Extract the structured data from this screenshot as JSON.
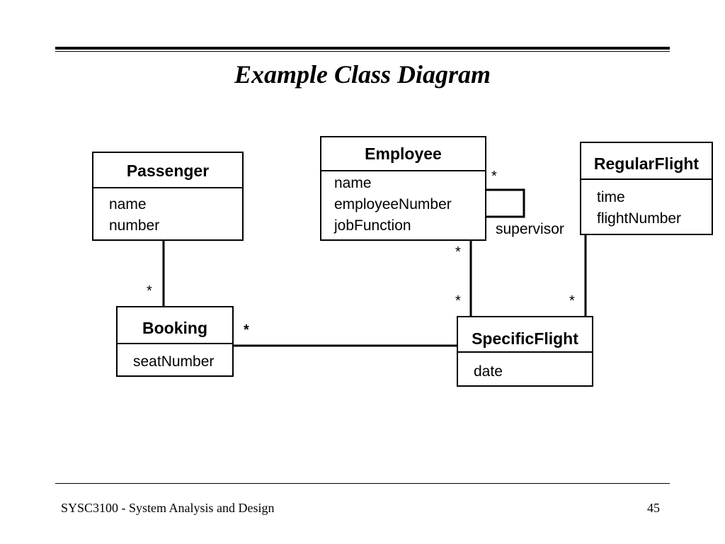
{
  "slide": {
    "title": "Example Class Diagram",
    "footer_left": "SYSC3100 - System Analysis and Design",
    "page_number": "45"
  },
  "classes": {
    "passenger": {
      "name": "Passenger",
      "attributes": [
        "name",
        "number"
      ]
    },
    "employee": {
      "name": "Employee",
      "attributes": [
        "name",
        "employeeNumber",
        "jobFunction"
      ]
    },
    "regular_flight": {
      "name": "RegularFlight",
      "attributes": [
        "time",
        "flightNumber"
      ]
    },
    "booking": {
      "name": "Booking",
      "attributes": [
        "seatNumber"
      ]
    },
    "specific_flight": {
      "name": "SpecificFlight",
      "attributes": [
        "date"
      ]
    }
  },
  "associations": {
    "passenger_booking": {
      "booking_end": "*"
    },
    "booking_specific_flight": {
      "booking_end": "*"
    },
    "employee_specific_flight": {
      "employee_end": "*",
      "flight_end": "*"
    },
    "regular_specific_flight": {
      "flight_end": "*"
    },
    "employee_supervisor": {
      "multiplicity": "*",
      "role": "supervisor"
    }
  }
}
